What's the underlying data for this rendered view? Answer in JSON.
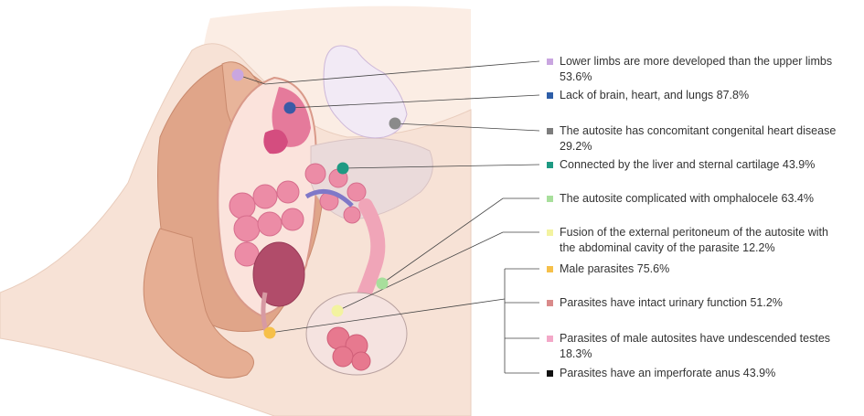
{
  "labels": [
    {
      "line1": "Lower limbs are more developed than the upper limbs",
      "line2": "53.6%",
      "color": "#c9a6e0"
    },
    {
      "line1": "Lack of  brain, heart, and lungs 87.8%",
      "line2": "",
      "color": "#2e5ea8"
    },
    {
      "line1": "The autosite has concomitant congenital heart disease",
      "line2": "29.2%",
      "color": "#7d7d7d"
    },
    {
      "line1": "Connected by the liver and sternal cartilage 43.9%",
      "line2": "",
      "color": "#1e9a83"
    },
    {
      "line1": "The autosite complicated with omphalocele 63.4%",
      "line2": "",
      "color": "#a8df9c"
    },
    {
      "line1": "Fusion of the external peritoneum of the autosite with",
      "line2": "the abdominal cavity of the parasite 12.2%",
      "color": "#f3f3a0"
    },
    {
      "line1": "Male parasites 75.6%",
      "line2": "",
      "color": "#f6c04a"
    },
    {
      "line1": "Parasites have intact urinary function 51.2%",
      "line2": "",
      "color": "#d98a8a"
    },
    {
      "line1": "Parasites of male autosites have undescended testes",
      "line2": "18.3%",
      "color": "#f3a8c8"
    },
    {
      "line1": "Parasites have an imperforate anus 43.9%",
      "line2": "",
      "color": "#111111"
    }
  ]
}
